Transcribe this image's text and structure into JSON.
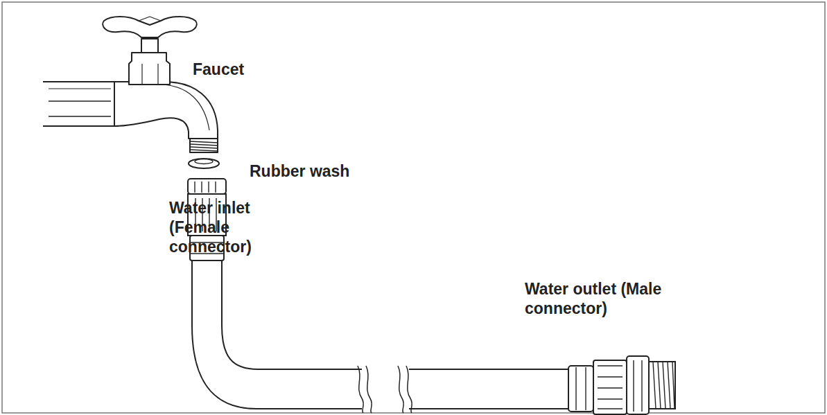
{
  "diagram": {
    "labels": [
      "Faucet",
      "Rubber wash",
      "Water inlet (Female connector)",
      "Water outlet (Male connector)"
    ]
  }
}
